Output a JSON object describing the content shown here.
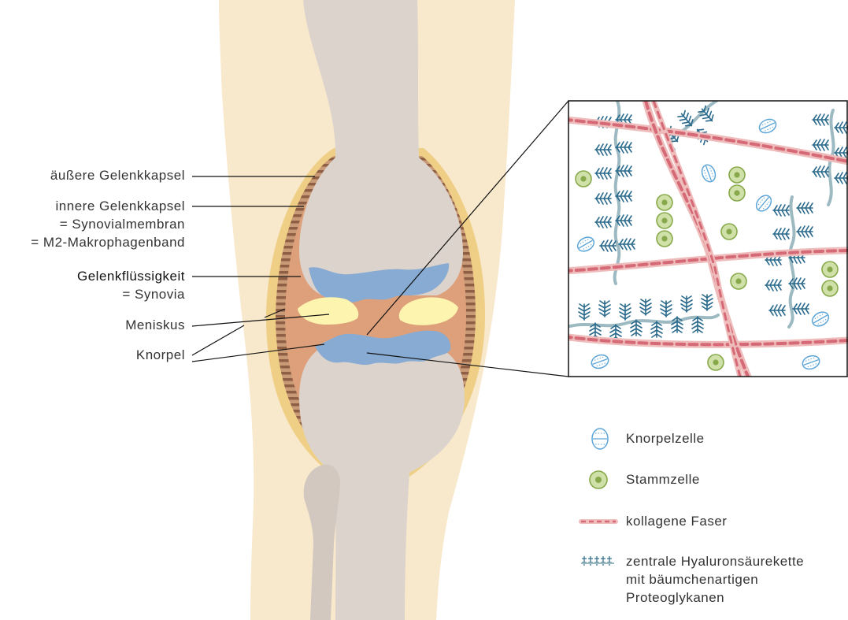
{
  "labels": {
    "outer_capsule": "äußere Gelenkkapsel",
    "inner_capsule_1": "innere Gelenkkapsel",
    "inner_capsule_2": "= Synovialmembran",
    "inner_capsule_3": "= M2-Makrophagenband",
    "fluid_1": "Gelenkflüssigkeit",
    "fluid_2": "= Synovia",
    "meniscus": "Meniskus",
    "cartilage": "Knorpel"
  },
  "legend": {
    "cartilage_cell": "Knorpelzelle",
    "stem_cell": "Stammzelle",
    "collagen_fiber": "kollagene Faser",
    "hyaluronic_1": "zentrale Hyaluronsäurekette",
    "hyaluronic_2": "mit bäumchenartigen",
    "hyaluronic_3": "Proteoglykanen"
  },
  "colors": {
    "skin": "#f8e8cc",
    "bone": "#dcd3cc",
    "fibula": "#d8cfc8",
    "outer_capsule": "#eecf85",
    "synovial_membrane": "#b9845f",
    "synovial_fluid": "#dea07a",
    "cartilage": "#87abd2",
    "meniscus": "#fdf4b0",
    "collagen": "#d56a76",
    "collagen_light": "#efbcbc",
    "hyaluronic_chain": "#9dbac2",
    "proteoglycan": "#2b6a8c",
    "stem_cell": "#cfe0a8",
    "stem_cell_core": "#87a94b",
    "cartilage_cell": "#5ea5d8"
  }
}
